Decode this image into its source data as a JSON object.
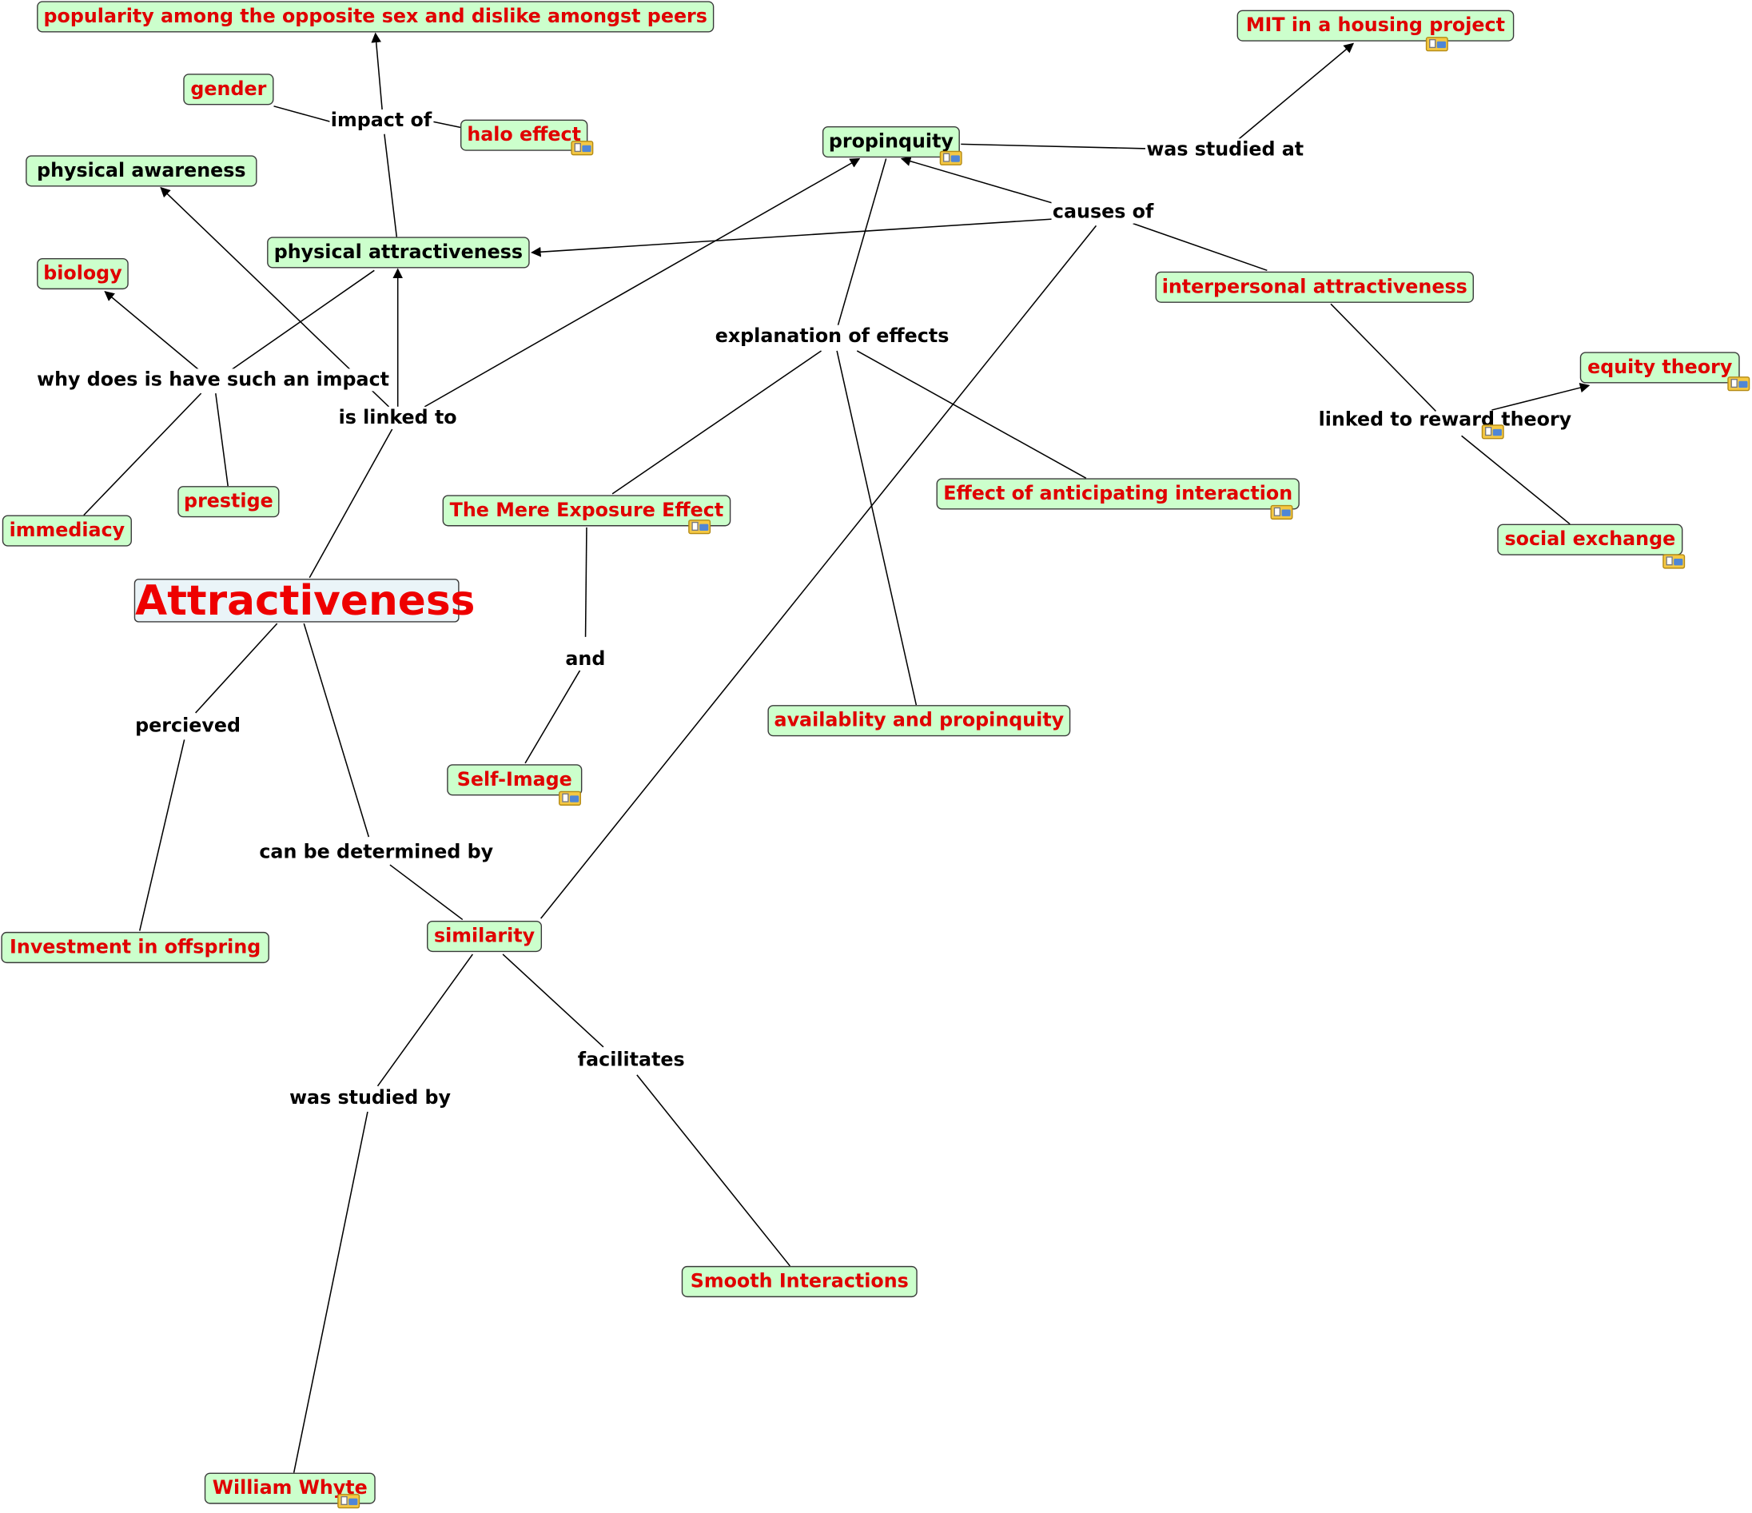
{
  "concepts": {
    "popularity": "popularity among the opposite sex and dislike amongst peers",
    "mit": "MIT in a housing project",
    "gender": "gender",
    "halo": "halo effect",
    "propinquity": "propinquity",
    "physical_awareness": "physical awareness",
    "physical_attractiveness": "physical attractiveness",
    "biology": "biology",
    "interpersonal": "interpersonal attractiveness",
    "equity": "equity theory",
    "immediacy": "immediacy",
    "prestige": "prestige",
    "mere_exposure": "The Mere Exposure Effect",
    "anticipating": "Effect of anticipating interaction",
    "social_exchange": "social exchange",
    "attractiveness": "Attractiveness",
    "availability": "availablity and propinquity",
    "self_image": "Self-Image",
    "investment": "Investment in offspring",
    "similarity": "similarity",
    "smooth": "Smooth Interactions",
    "whyte": "William Whyte"
  },
  "links": {
    "impact_of": "impact of",
    "was_studied_at": "was studied at",
    "causes_of": "causes of",
    "explanation": "explanation of effects",
    "why_impact": "why does is have such an impact",
    "is_linked_to": "is linked to",
    "reward": "linked to reward theory",
    "and": "and",
    "percieved": "percieved",
    "determined": "can be determined by",
    "facilitates": "facilitates",
    "studied_by": "was studied by"
  },
  "colors": {
    "node_fill": "#ccffcc",
    "root_fill": "#eaf4f8",
    "concept_text_red": "#e00000",
    "concept_text_black": "#000000",
    "line": "#000000"
  },
  "icons": {
    "resource": "attached-resource-icon"
  }
}
